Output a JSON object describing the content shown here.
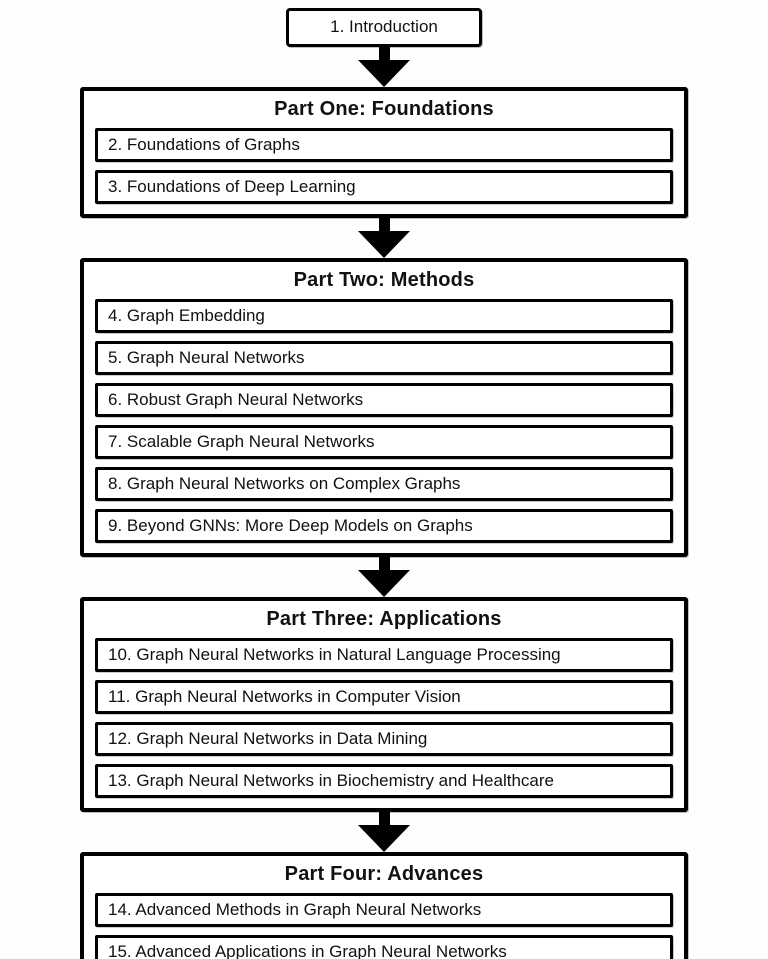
{
  "diagram": {
    "colors": {
      "border": "#000000",
      "background": "#fefefe",
      "box_fill": "#ffffff",
      "text": "#111111"
    },
    "intro": {
      "label": "1. Introduction"
    },
    "parts": [
      {
        "title": "Part One: Foundations",
        "chapters": [
          "2. Foundations of Graphs",
          "3. Foundations of Deep Learning"
        ]
      },
      {
        "title": "Part Two: Methods",
        "chapters": [
          "4. Graph Embedding",
          "5. Graph Neural Networks",
          "6. Robust Graph Neural Networks",
          "7. Scalable Graph Neural Networks",
          "8. Graph Neural Networks on Complex Graphs",
          "9. Beyond GNNs: More Deep Models on Graphs"
        ]
      },
      {
        "title": "Part Three: Applications",
        "chapters": [
          "10. Graph Neural Networks in Natural Language Processing",
          "11. Graph Neural Networks in Computer Vision",
          "12. Graph Neural Networks in Data Mining",
          "13. Graph Neural Networks in Biochemistry and Healthcare"
        ]
      },
      {
        "title": "Part Four: Advances",
        "chapters": [
          "14. Advanced Methods in Graph Neural Networks",
          "15. Advanced Applications in Graph Neural Networks"
        ]
      }
    ]
  }
}
